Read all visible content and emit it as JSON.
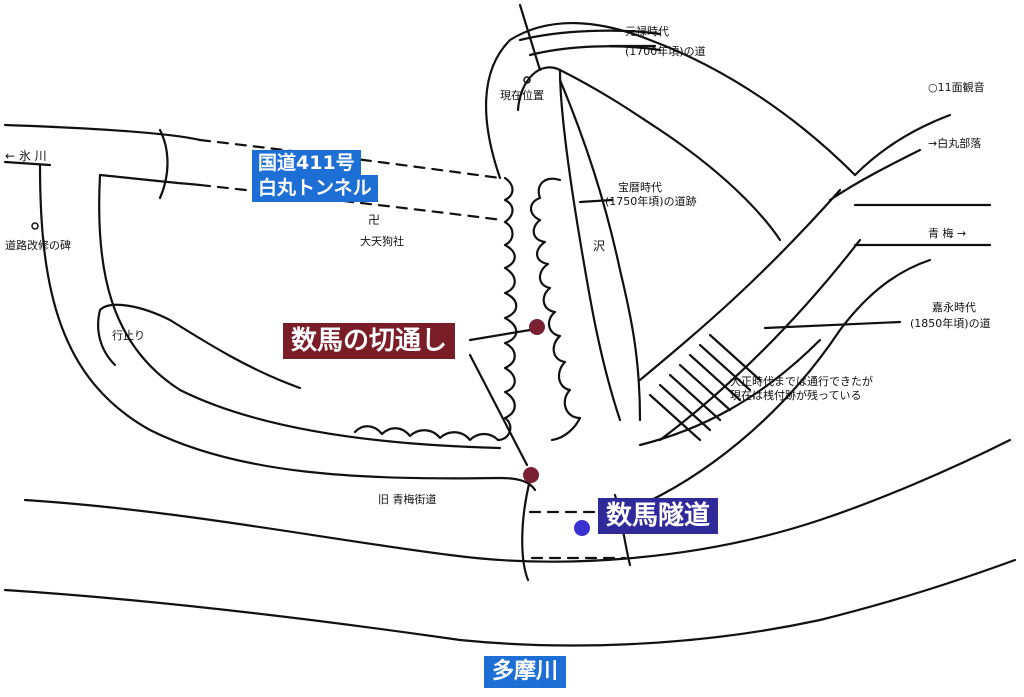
{
  "labels": {
    "hikawa": "← 氷 川",
    "doro_kaishu": "道路改修の碑",
    "dai_tengu": "大天狗社",
    "shrine_mark": "卍",
    "ikidomari": "行止り",
    "genzai_ichi": "現在位置",
    "genroku": "元禄時代",
    "genroku_year": "(1700年頃)の道",
    "hoei": "宝暦時代",
    "hoei_year": "(1750年頃)の道跡",
    "sawa": "沢",
    "juichimen": "○11面観音",
    "shiromaru_buraku": "→白丸部落",
    "ome": "青 梅 →",
    "kaei": "嘉永時代",
    "kaei_year": "(1850年頃)の道",
    "taisho_1": "大正時代までは通行できたが",
    "taisho_2": "現在は桟付跡が残っている",
    "kyu_ome_kaido": "旧 青梅街道"
  },
  "boxes": {
    "kokudo_1": "国道411号",
    "kokudo_2": "白丸トンネル",
    "kazuma_kiridoshi": "数馬の切通し",
    "kazuma_zuido": "数馬隧道",
    "tamagawa": "多摩川"
  },
  "colors": {
    "line": "#111111",
    "blue_box": "#1d6fd6",
    "maroon_box": "#7a1d26",
    "navy_box": "#2f2a9a",
    "maroon_dot": "#7a2035",
    "blue_dot": "#3a2fd0"
  }
}
